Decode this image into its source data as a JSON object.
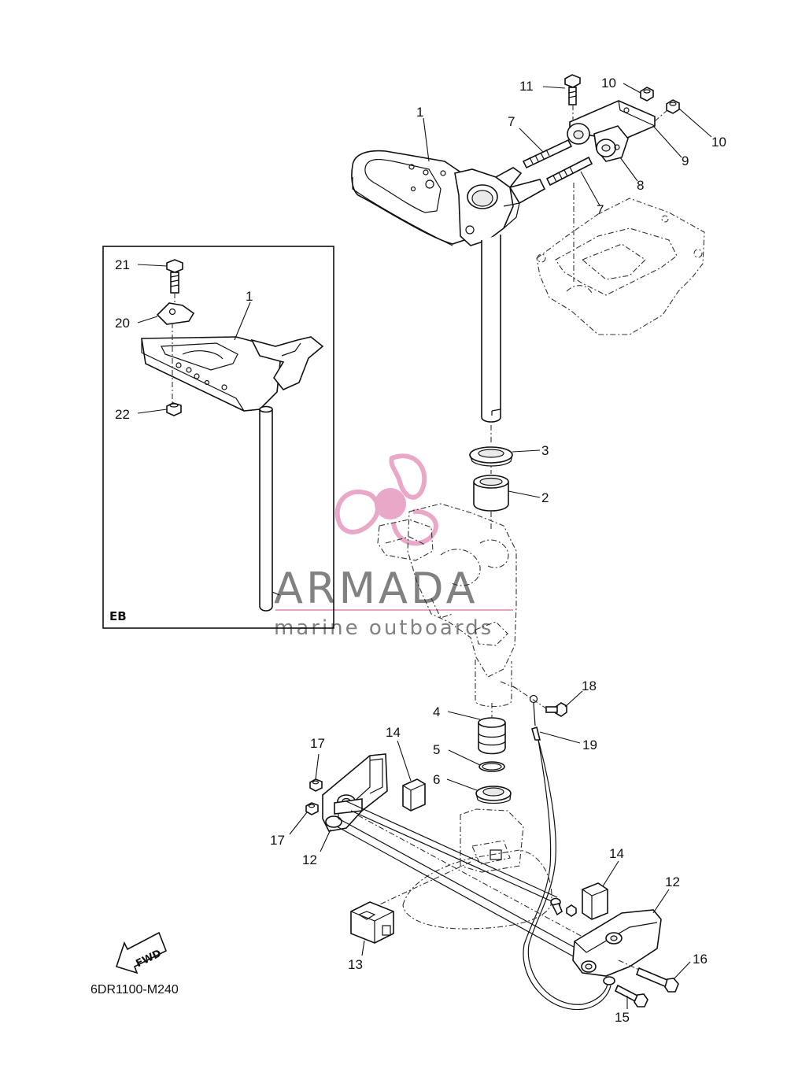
{
  "diagram_code": "6DR1100-M240",
  "inset_label": "EB",
  "direction_label": "FWD",
  "watermark": {
    "brand": "ARMADA",
    "tagline": "marine outboards",
    "color": "#e48bb8"
  },
  "callouts": {
    "c1": "1",
    "c2": "2",
    "c3": "3",
    "c4": "4",
    "c5": "5",
    "c6": "6",
    "c7a": "7",
    "c7b": "7",
    "c8": "8",
    "c9": "9",
    "c10a": "10",
    "c10b": "10",
    "c11": "11",
    "c12a": "12",
    "c12b": "12",
    "c13": "13",
    "c14a": "14",
    "c14b": "14",
    "c15": "15",
    "c16": "16",
    "c17a": "17",
    "c17b": "17",
    "c18": "18",
    "c19": "19",
    "c20": "20",
    "c21": "21",
    "c22": "22",
    "c1b": "1"
  }
}
